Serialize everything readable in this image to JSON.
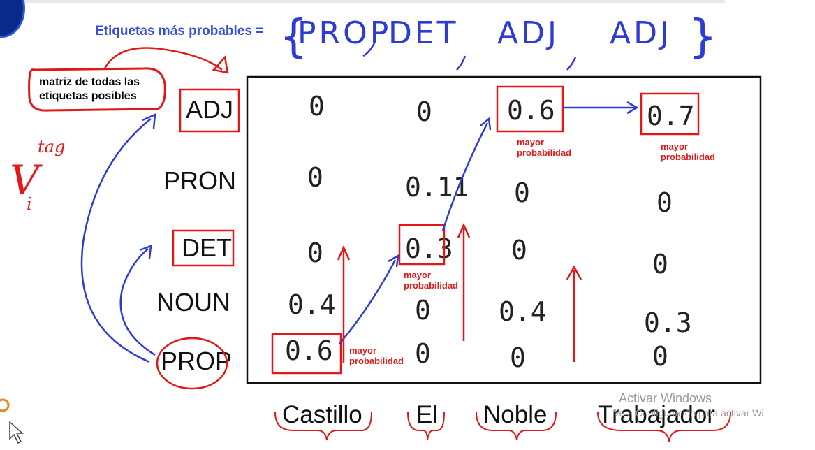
{
  "title": "Etiquetas más probables =",
  "most_probable_tags": [
    "PROP",
    "DET",
    "ADJ",
    "ADJ"
  ],
  "callout": "matriz de todas las etiquetas posibles",
  "viterbi_symbol": {
    "base": "V",
    "superscript": "tag",
    "subscript": "i"
  },
  "tags": [
    "ADJ",
    "PRON",
    "DET",
    "NOUN",
    "PROP"
  ],
  "words": [
    "Castillo",
    "El",
    "Noble",
    "Trabajador"
  ],
  "matrix": [
    [
      "0",
      "0",
      "0.6",
      "0.7"
    ],
    [
      "0",
      "0.11",
      "0",
      "0"
    ],
    [
      "0",
      "0.3",
      "0",
      "0"
    ],
    [
      "0.4",
      "0",
      "0.4",
      "0.3"
    ],
    [
      "0.6",
      "0",
      "0",
      "0"
    ]
  ],
  "best_path": [
    {
      "word": 0,
      "tag": "PROP",
      "value": "0.6"
    },
    {
      "word": 1,
      "tag": "DET",
      "value": "0.3"
    },
    {
      "word": 2,
      "tag": "ADJ",
      "value": "0.6"
    },
    {
      "word": 3,
      "tag": "ADJ",
      "value": "0.7"
    }
  ],
  "notes": {
    "line1": "mayor",
    "line2": "probabilidad",
    "line2_last_char": "d"
  },
  "watermark": {
    "title": "Activar Windows",
    "subtitle": "Ve a Configuración para activar Wi"
  },
  "colors": {
    "blue": "#2e3bd6",
    "red": "#e01818",
    "title_blue": "#3a4fd8"
  }
}
